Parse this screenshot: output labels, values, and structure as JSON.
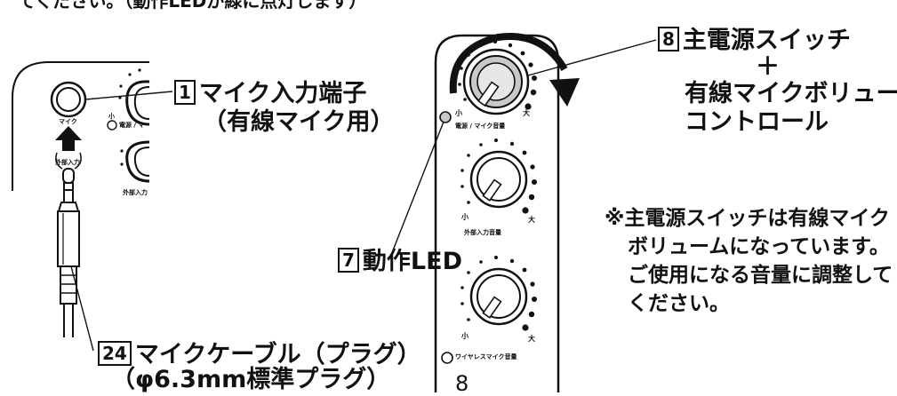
{
  "top_line": "てください。（動作LEDが緑に点灯します）",
  "callouts": {
    "mic_input": {
      "number": "1",
      "line1": "マイク入力端子",
      "line2": "（有線マイク用）"
    },
    "main_power": {
      "number": "8",
      "line1": "主電源スイッチ",
      "plus": "＋",
      "line2": "有線マイクボリューム",
      "line3": "コントロール"
    },
    "led": {
      "number": "7",
      "label": "動作LED"
    },
    "cable": {
      "number": "24",
      "line1": "マイクケーブル（プラグ）",
      "line2": "（φ6.3mm標準プラグ）"
    }
  },
  "note": {
    "line1": "※主電源スイッチは有線マイク",
    "line2": "ボリュームになっています。",
    "line3": "ご使用になる音量に調整して",
    "line4": "ください。"
  },
  "panel_labels": {
    "small": "小",
    "large": "大",
    "power_mic_volume": "電源 / マイク音量",
    "external_volume": "外部入力音量",
    "wireless_volume": "ワイヤレスマイク音量"
  },
  "left_panel_labels": {
    "mic": "マイク",
    "small": "小",
    "power_mic": "電源 / マ",
    "ext_in": "外部入力",
    "ext_in_short": "外部入力"
  },
  "page_number": "8"
}
